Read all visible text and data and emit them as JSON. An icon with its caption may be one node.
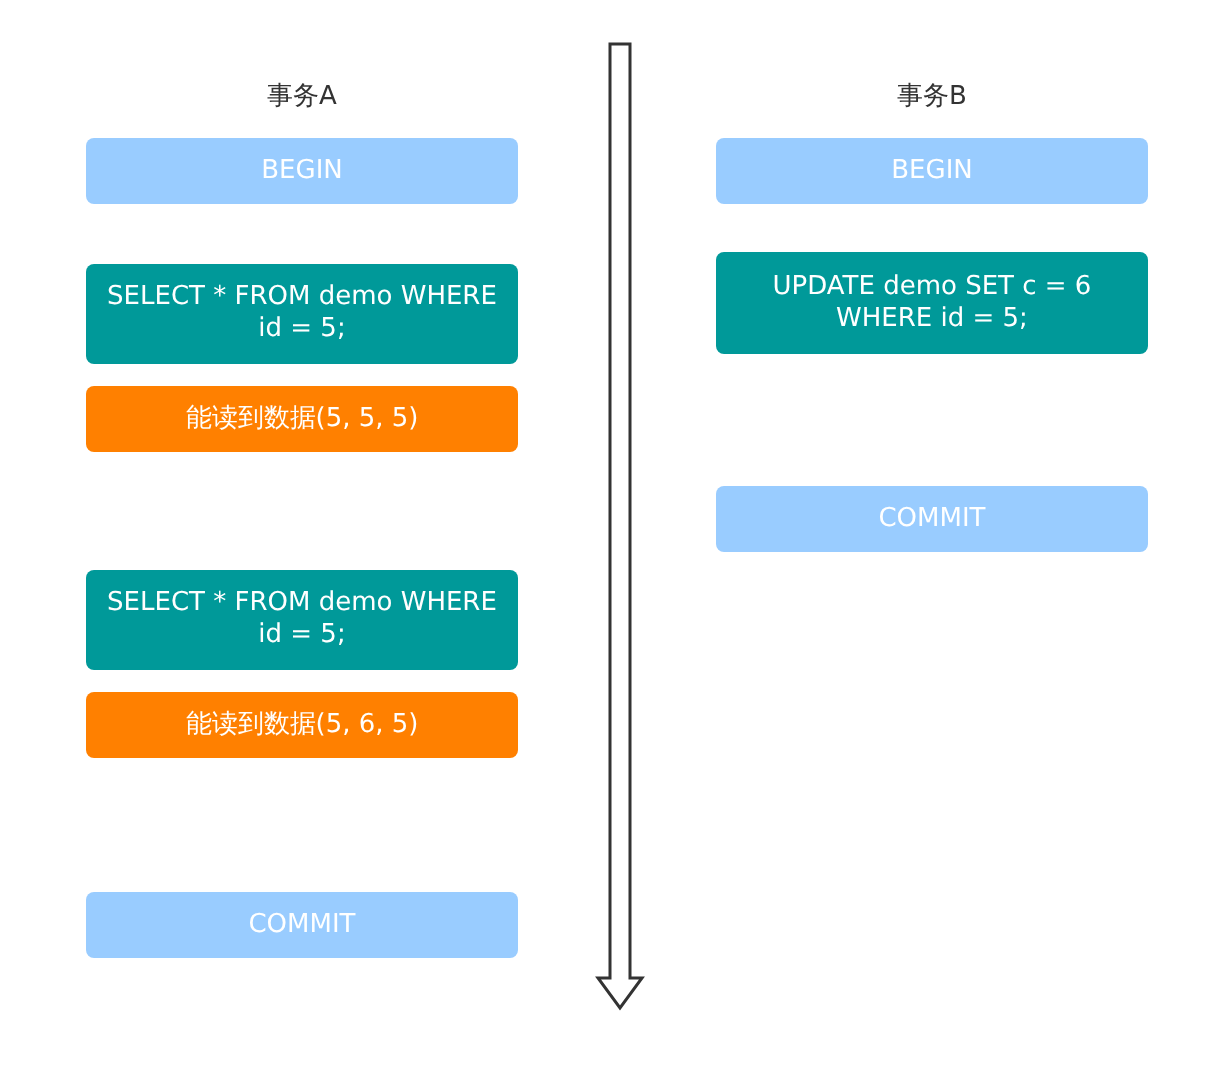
{
  "diagram": {
    "nodes": [
      {
        "text": [
          "BEGIN"
        ]
      },
      {
        "text": [
          "SELECT * FROM demo WHERE id = 5;"
        ]
      },
      {
        "text": [
          "能读到数据(5, 5, 5)"
        ]
      },
      {
        "text": [
          "SELECT * FROM demo WHERE id = 5;"
        ]
      },
      {
        "text": [
          "能读到数据(5, 6, 5)"
        ]
      },
      {
        "text": [
          "COMMIT"
        ]
      },
      {
        "text": [
          "BEGIN"
        ]
      },
      {
        "text": [
          "UPDATE demo SET c = 6 WHERE id = 5;"
        ]
      },
      {
        "text": [
          "COMMIT"
        ]
      }
    ],
    "labels": [
      "事务A",
      "事务B"
    ]
  }
}
